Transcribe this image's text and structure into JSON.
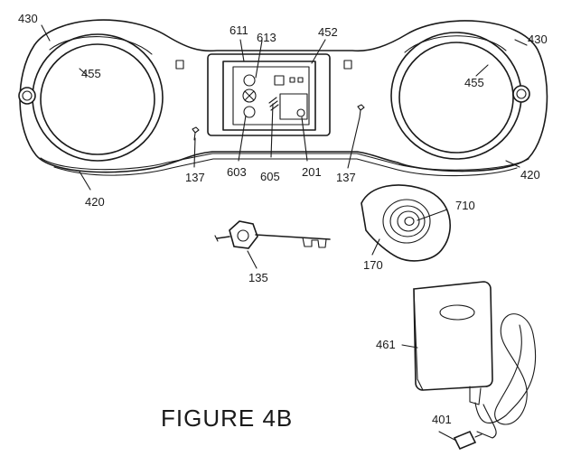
{
  "figure": {
    "caption": "FIGURE 4B",
    "labels": {
      "l430_left": "430",
      "l430_right": "430",
      "l455_left": "455",
      "l455_right": "455",
      "l420_left": "420",
      "l420_right": "420",
      "l611": "611",
      "l613": "613",
      "l452": "452",
      "l603": "603",
      "l605": "605",
      "l201": "201",
      "l137_left": "137",
      "l137_right": "137",
      "l710": "710",
      "l170": "170",
      "l135": "135",
      "l461": "461",
      "l401": "401"
    }
  }
}
